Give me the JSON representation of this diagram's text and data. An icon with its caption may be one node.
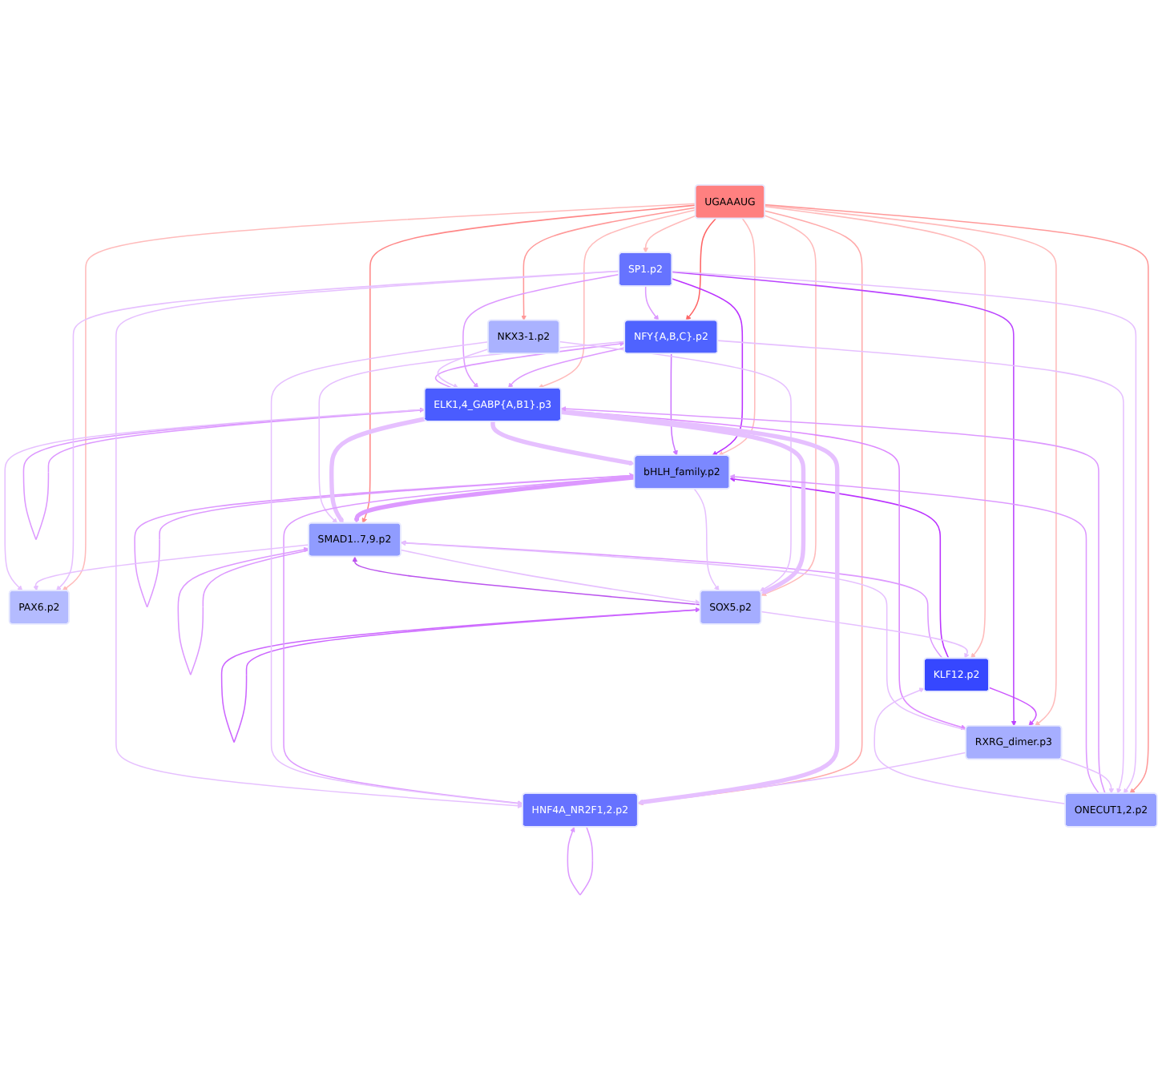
{
  "diagram": {
    "nodes": [
      {
        "text": [
          "NFY{A,B,C}.p2"
        ]
      },
      {
        "text": [
          "ELK1,4_GABP{A,B1}.p3"
        ]
      },
      {
        "text": [
          "RXRG_dimer.p3"
        ]
      },
      {
        "text": [
          "bHLH_family.p2"
        ]
      },
      {
        "text": [
          "SMAD1..7,9.p2"
        ]
      },
      {
        "text": [
          "KLF12.p2"
        ]
      },
      {
        "text": [
          "UGAAAUG"
        ]
      },
      {
        "text": [
          "PAX6.p2"
        ]
      },
      {
        "text": [
          "NKX3-1.p2"
        ]
      },
      {
        "text": [
          "HNF4A_NR2F1,2.p2"
        ]
      },
      {
        "text": [
          "ONECUT1,2.p2"
        ]
      },
      {
        "text": [
          "SP1.p2"
        ]
      },
      {
        "text": [
          "SOX5.p2"
        ]
      }
    ],
    "edges": [
      {
        "from": 6,
        "to": 0,
        "arrow": "to",
        "color": "#ff6666"
      },
      {
        "from": 6,
        "to": 4,
        "arrow": "to",
        "color": "#ff8888"
      },
      {
        "from": 6,
        "to": 2,
        "arrow": "to",
        "color": "#ffbbbb"
      },
      {
        "from": 6,
        "to": 7,
        "arrow": "to",
        "color": "#ffbbbb"
      },
      {
        "from": 6,
        "to": 9,
        "arrow": "to",
        "color": "#ffaaaa"
      },
      {
        "from": 6,
        "to": 11,
        "arrow": "to",
        "color": "#ffbbbb"
      },
      {
        "from": 6,
        "to": 12,
        "arrow": "to",
        "color": "#ffbbbb"
      },
      {
        "from": 6,
        "to": 10,
        "arrow": "to",
        "color": "#ff9999"
      },
      {
        "from": 6,
        "to": 8,
        "arrow": "to",
        "color": "#ff9999"
      },
      {
        "from": 6,
        "to": 5,
        "arrow": "to",
        "color": "#ffbbbb"
      },
      {
        "from": 6,
        "to": 3,
        "arrow": "to",
        "color": "#ffbbbb"
      },
      {
        "from": 6,
        "to": 1,
        "arrow": "to",
        "color": "#ffbbbb"
      },
      {
        "from": 0,
        "to": 1,
        "arrow": "to",
        "color": "#dd99ff"
      },
      {
        "from": 1,
        "to": 0,
        "arrow": "to",
        "color": "#dd99ff"
      },
      {
        "from": 1,
        "to": 1,
        "arrow": "to",
        "color": "#dd99ff"
      },
      {
        "from": 3,
        "to": 3,
        "arrow": "to",
        "color": "#dd99ff"
      },
      {
        "from": 4,
        "to": 4,
        "arrow": "to",
        "color": "#dd99ff"
      },
      {
        "from": 9,
        "to": 9,
        "arrow": "to",
        "color": "#dd99ff"
      },
      {
        "from": 12,
        "to": 12,
        "arrow": "to",
        "color": "#cc66ff"
      },
      {
        "from": 5,
        "to": 3,
        "arrow": "to",
        "color": "#bb33ff"
      },
      {
        "from": 5,
        "to": 2,
        "arrow": "to",
        "color": "#cc55ff"
      },
      {
        "from": 11,
        "to": 3,
        "arrow": "to",
        "color": "#bb33ff"
      },
      {
        "from": 11,
        "to": 2,
        "arrow": "to",
        "color": "#bb44ff"
      },
      {
        "from": 12,
        "to": 4,
        "arrow": "to",
        "color": "#bb55ee"
      },
      {
        "from": 0,
        "to": 3,
        "arrow": "to",
        "color": "#cc77ff"
      },
      {
        "from": 1,
        "to": 3,
        "arrow": "to",
        "style": "thick"
      },
      {
        "from": 1,
        "to": 2,
        "arrow": "to",
        "color": "#dd88ff"
      },
      {
        "from": 11,
        "to": 0,
        "arrow": "to",
        "color": "#dd99ff"
      },
      {
        "from": 11,
        "to": 1,
        "arrow": "to",
        "color": "#dd99ff"
      },
      {
        "from": 5,
        "to": 4,
        "arrow": "to",
        "color": "#dd99ff"
      },
      {
        "from": 3,
        "to": 4,
        "arrow": "to",
        "style": "thick",
        "color": "#dd99ff"
      },
      {
        "from": 2,
        "to": 4,
        "arrow": "to"
      },
      {
        "from": 1,
        "to": 4,
        "arrow": "to",
        "style": "thick"
      },
      {
        "from": 0,
        "to": 4,
        "arrow": "to"
      },
      {
        "from": 2,
        "to": 9,
        "arrow": "to"
      },
      {
        "from": 1,
        "to": 9,
        "arrow": "to",
        "style": "thick"
      },
      {
        "from": 3,
        "to": 9,
        "arrow": "to",
        "color": "#dd99ff"
      },
      {
        "from": 8,
        "to": 9,
        "arrow": "to"
      },
      {
        "from": 11,
        "to": 9,
        "arrow": "to"
      },
      {
        "from": 11,
        "to": 7,
        "arrow": "to"
      },
      {
        "from": 4,
        "to": 7,
        "arrow": "to"
      },
      {
        "from": 1,
        "to": 7,
        "arrow": "to"
      },
      {
        "from": 1,
        "to": 12,
        "arrow": "to",
        "style": "thick"
      },
      {
        "from": 8,
        "to": 12,
        "arrow": "to"
      },
      {
        "from": 3,
        "to": 12,
        "arrow": "to"
      },
      {
        "from": 11,
        "to": 10,
        "arrow": "to"
      },
      {
        "from": 10,
        "to": 1,
        "arrow": "to",
        "color": "#dd99ff"
      },
      {
        "from": 10,
        "to": 3,
        "arrow": "to",
        "color": "#dd99ff"
      },
      {
        "from": 12,
        "to": 5,
        "arrow": "to"
      },
      {
        "from": 10,
        "to": 5,
        "arrow": "to"
      },
      {
        "from": 0,
        "to": 10,
        "arrow": "to"
      },
      {
        "from": 8,
        "to": 1,
        "arrow": "to"
      },
      {
        "from": 2,
        "to": 10,
        "arrow": "to"
      },
      {
        "from": 4,
        "to": 12,
        "arrow": "to"
      }
    ]
  }
}
